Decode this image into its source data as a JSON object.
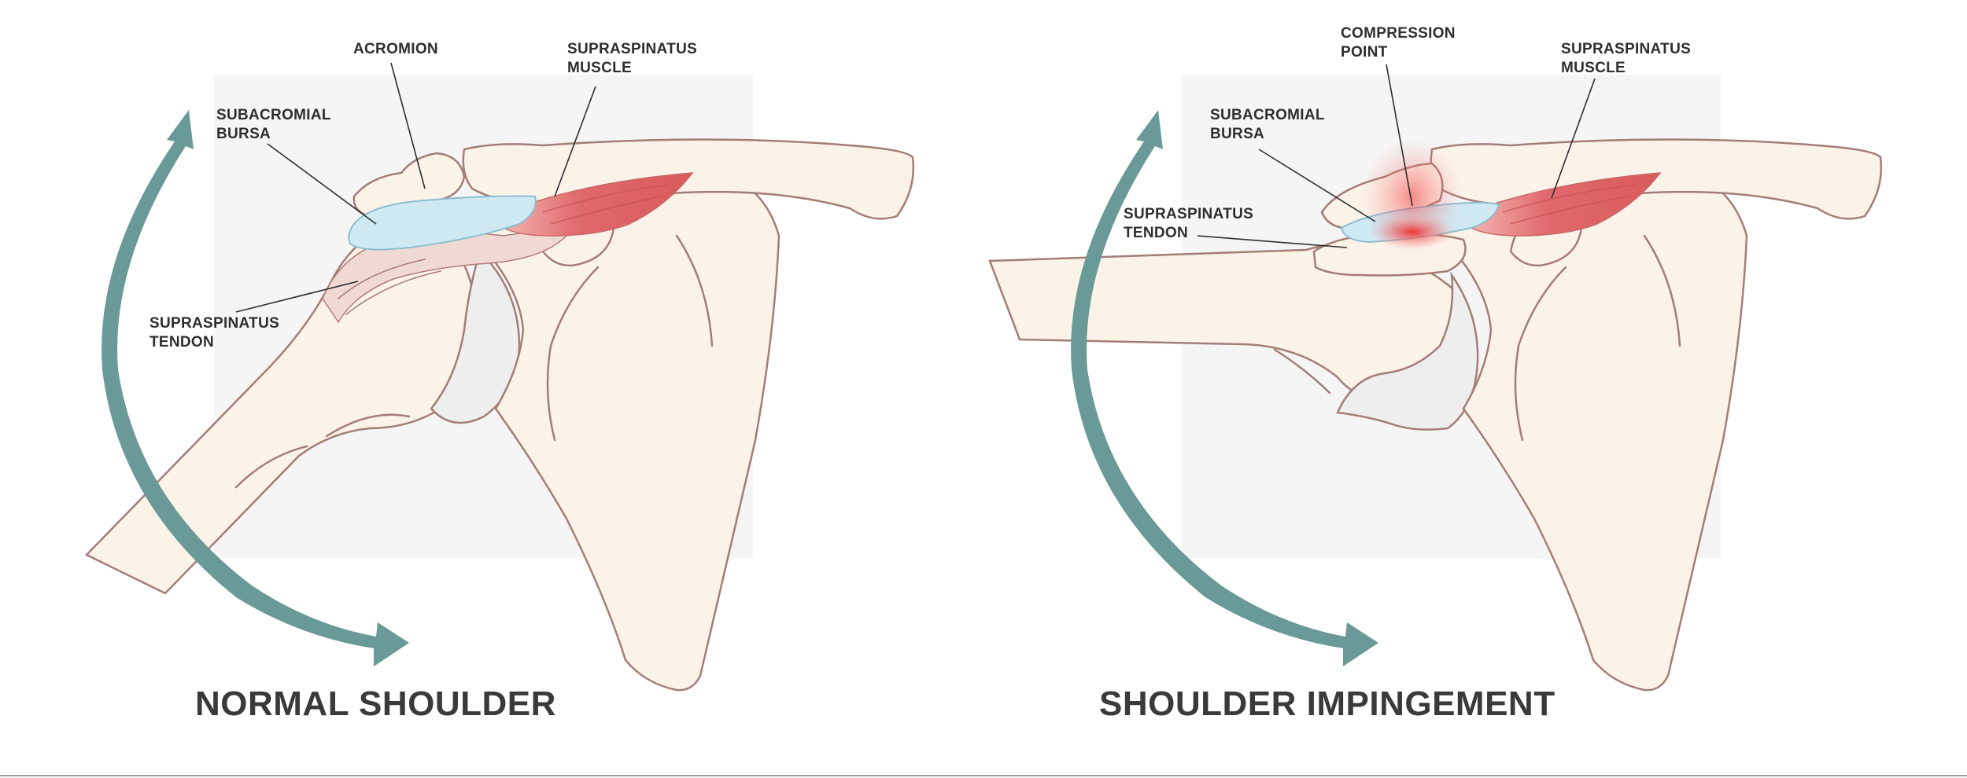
{
  "panels": [
    {
      "title": "NORMAL SHOULDER",
      "labels": {
        "acromion": "ACROMION",
        "subacromial_bursa": [
          "SUBACROMIAL",
          "BURSA"
        ],
        "supraspinatus_muscle": [
          "SUPRASPINATUS",
          "MUSCLE"
        ],
        "supraspinatus_tendon": [
          "SUPRASPINATUS",
          "TENDON"
        ]
      }
    },
    {
      "title": "SHOULDER IMPINGEMENT",
      "labels": {
        "compression_point": [
          "COMPRESSION",
          "POINT"
        ],
        "subacromial_bursa": [
          "SUBACROMIAL",
          "BURSA"
        ],
        "supraspinatus_muscle": [
          "SUPRASPINATUS",
          "MUSCLE"
        ],
        "supraspinatus_tendon": [
          "SUPRASPINATUS",
          "TENDON"
        ]
      }
    }
  ],
  "colors": {
    "bone": "#fbf3e8",
    "outline": "#a47d76",
    "bursa": "#cfe9f3",
    "muscle": "#e0696c",
    "arrow": "#6a9a97",
    "compression": "#ee2a2a",
    "panel_background": "#f5f5f5"
  }
}
